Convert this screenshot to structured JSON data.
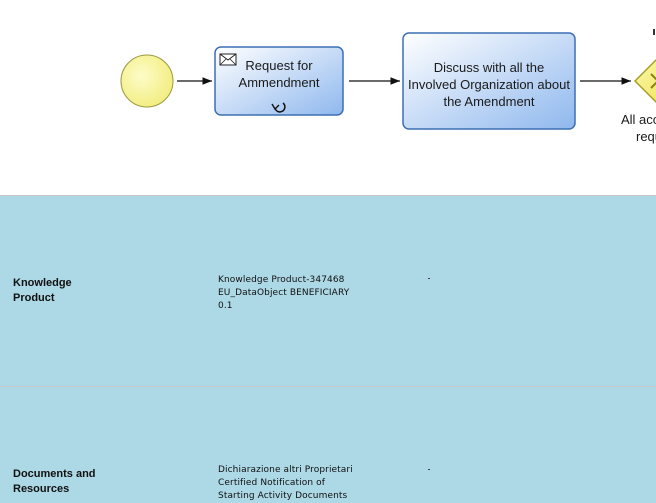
{
  "diagram": {
    "tasks": [
      {
        "id": "request",
        "lines": [
          "Request for",
          "Ammendment"
        ],
        "markers": [
          "envelope-icon",
          "loop-icon"
        ]
      },
      {
        "id": "discuss",
        "lines": [
          "Discuss with all the",
          "Involved Organization about",
          "the Amendment"
        ]
      }
    ],
    "gateway_label_lines": [
      "All acc",
      "requ"
    ],
    "colors": {
      "start_event_fill": "#f6f39a",
      "start_event_stroke": "#9a9a44",
      "task_stroke": "#3d6fb4",
      "task_fill_light": "#ffffff",
      "task_fill_dark": "#8fb8ee",
      "gateway_fill": "#f7f06a",
      "gateway_stroke": "#a99c24",
      "lane_background": "#add8e6"
    }
  },
  "lanes": [
    {
      "title_lines": [
        "Knowledge",
        "Product"
      ],
      "content_lines": [
        "Knowledge Product-347468",
        "EU_DataObject BENEFICIARY",
        "0.1"
      ],
      "marker": "·"
    },
    {
      "title_lines": [
        "Documents and",
        "Resources"
      ],
      "content_lines": [
        "Dichiarazione altri Proprietari",
        "Certified Notification of",
        "Starting Activity Documents"
      ],
      "marker": "·"
    }
  ]
}
